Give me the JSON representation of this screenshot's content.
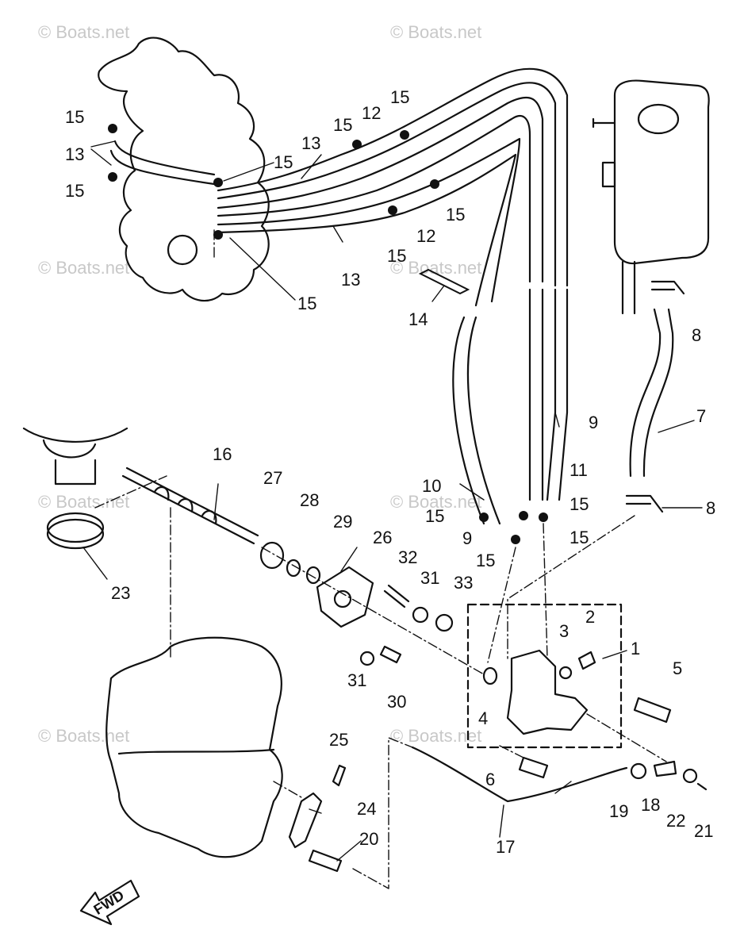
{
  "watermark": "© Boats.net",
  "direction_label": "FWD",
  "callouts": {
    "c1": "1",
    "c2": "2",
    "c3": "3",
    "c4": "4",
    "c5": "5",
    "c6": "6",
    "c7": "7",
    "c8": "8",
    "c9": "9",
    "c10": "10",
    "c11": "11",
    "c12": "12",
    "c13": "13",
    "c14": "14",
    "c15": "15",
    "c16": "16",
    "c17": "17",
    "c18": "18",
    "c19": "19",
    "c20": "20",
    "c21": "21",
    "c22": "22",
    "c23": "23",
    "c24": "24",
    "c25": "25",
    "c26": "26",
    "c27": "27",
    "c28": "28",
    "c29": "29",
    "c30": "30",
    "c31": "31",
    "c32": "32",
    "c33": "33"
  },
  "colors": {
    "ink": "#111111",
    "paper": "#ffffff",
    "watermark": "#c8c8c8"
  }
}
